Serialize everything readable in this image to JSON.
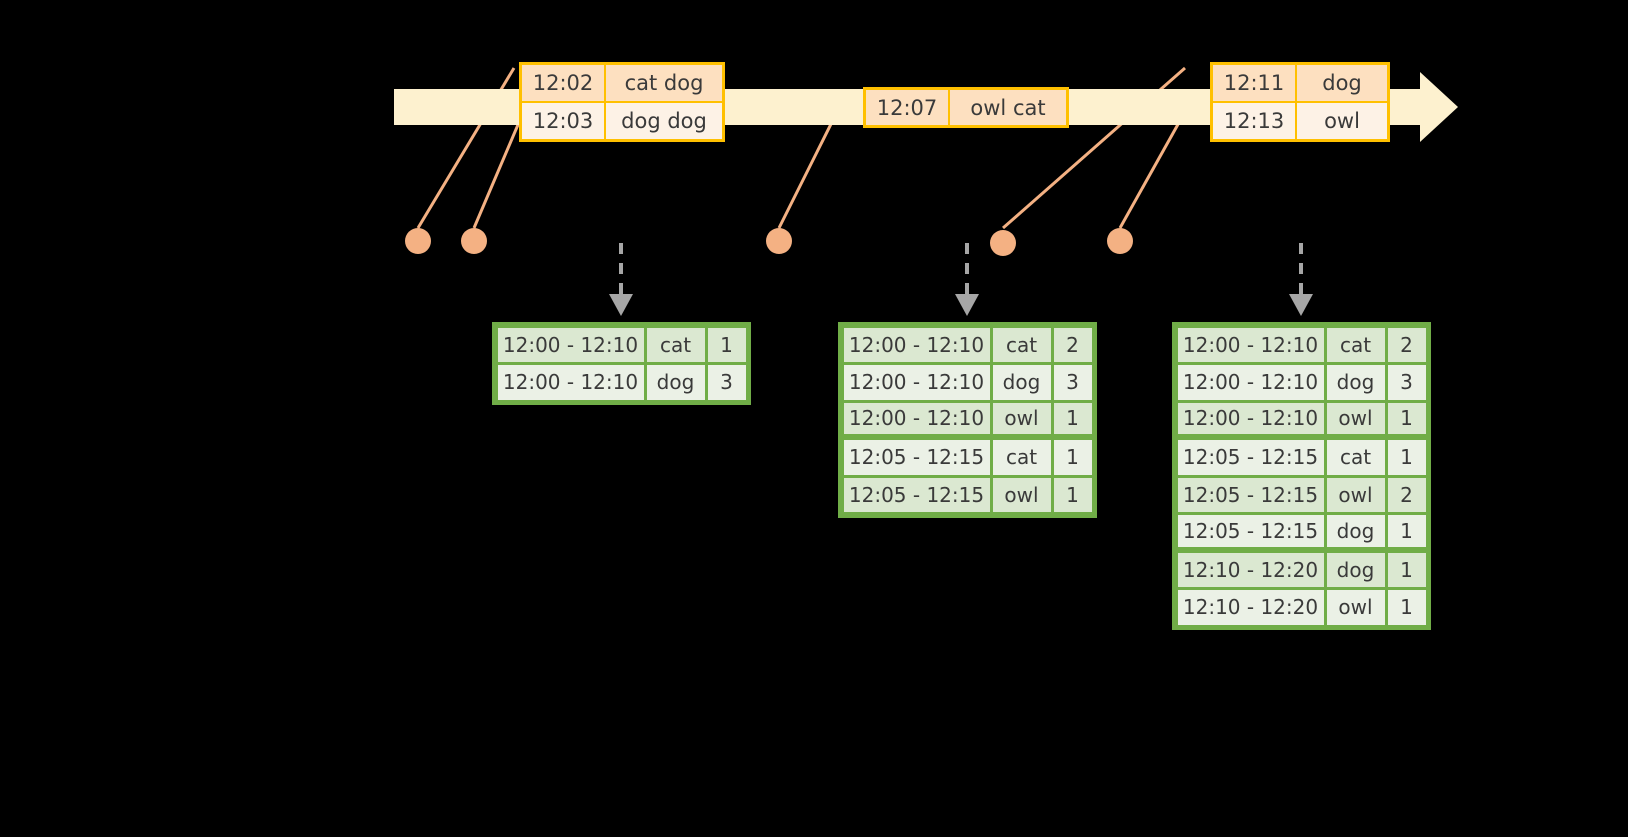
{
  "diagram": {
    "title": "sliding-window-word-count-timeline",
    "colors": {
      "background": "#000000",
      "timeline_fill": "#fdf1cf",
      "event_border": "#ffc000",
      "event_fill_dark": "#fde0c0",
      "event_fill_light": "#fdf2e6",
      "dot": "#f4b183",
      "connector": "#f4b183",
      "table_border": "#70ad47",
      "table_fill_dark": "#dbe8d1",
      "table_fill_light": "#ebf1e6",
      "arrow": "#a6a6a6",
      "text": "#3a3a3a"
    }
  },
  "timeline": {
    "name": "event-time-axis",
    "events": [
      {
        "id": "event-group-1",
        "rows": [
          {
            "time": "12:02",
            "words": "cat dog"
          },
          {
            "time": "12:03",
            "words": "dog dog"
          }
        ]
      },
      {
        "id": "event-group-2",
        "rows": [
          {
            "time": "12:07",
            "words": "owl cat"
          }
        ]
      },
      {
        "id": "event-group-3",
        "rows": [
          {
            "time": "12:11",
            "words": "dog"
          },
          {
            "time": "12:13",
            "words": "owl"
          }
        ]
      }
    ]
  },
  "dots": [
    {
      "name": "event-dot-1"
    },
    {
      "name": "event-dot-2"
    },
    {
      "name": "event-dot-3"
    },
    {
      "name": "event-dot-4"
    },
    {
      "name": "event-dot-5"
    }
  ],
  "tables": [
    {
      "name": "result-table-1",
      "rows": [
        {
          "range": "12:00 - 12:10",
          "key": "cat",
          "count": "1",
          "group": 1
        },
        {
          "range": "12:00 - 12:10",
          "key": "dog",
          "count": "3",
          "group": 1
        }
      ]
    },
    {
      "name": "result-table-2",
      "rows": [
        {
          "range": "12:00 - 12:10",
          "key": "cat",
          "count": "2",
          "group": 1
        },
        {
          "range": "12:00 - 12:10",
          "key": "dog",
          "count": "3",
          "group": 1
        },
        {
          "range": "12:00 - 12:10",
          "key": "owl",
          "count": "1",
          "group": 1
        },
        {
          "range": "12:05 - 12:15",
          "key": "cat",
          "count": "1",
          "group": 2
        },
        {
          "range": "12:05 - 12:15",
          "key": "owl",
          "count": "1",
          "group": 2
        }
      ]
    },
    {
      "name": "result-table-3",
      "rows": [
        {
          "range": "12:00 - 12:10",
          "key": "cat",
          "count": "2",
          "group": 1
        },
        {
          "range": "12:00 - 12:10",
          "key": "dog",
          "count": "3",
          "group": 1
        },
        {
          "range": "12:00 - 12:10",
          "key": "owl",
          "count": "1",
          "group": 1
        },
        {
          "range": "12:05 - 12:15",
          "key": "cat",
          "count": "1",
          "group": 2
        },
        {
          "range": "12:05 - 12:15",
          "key": "owl",
          "count": "2",
          "group": 2
        },
        {
          "range": "12:05 - 12:15",
          "key": "dog",
          "count": "1",
          "group": 2
        },
        {
          "range": "12:10 - 12:20",
          "key": "dog",
          "count": "1",
          "group": 3
        },
        {
          "range": "12:10 - 12:20",
          "key": "owl",
          "count": "1",
          "group": 3
        }
      ]
    }
  ]
}
